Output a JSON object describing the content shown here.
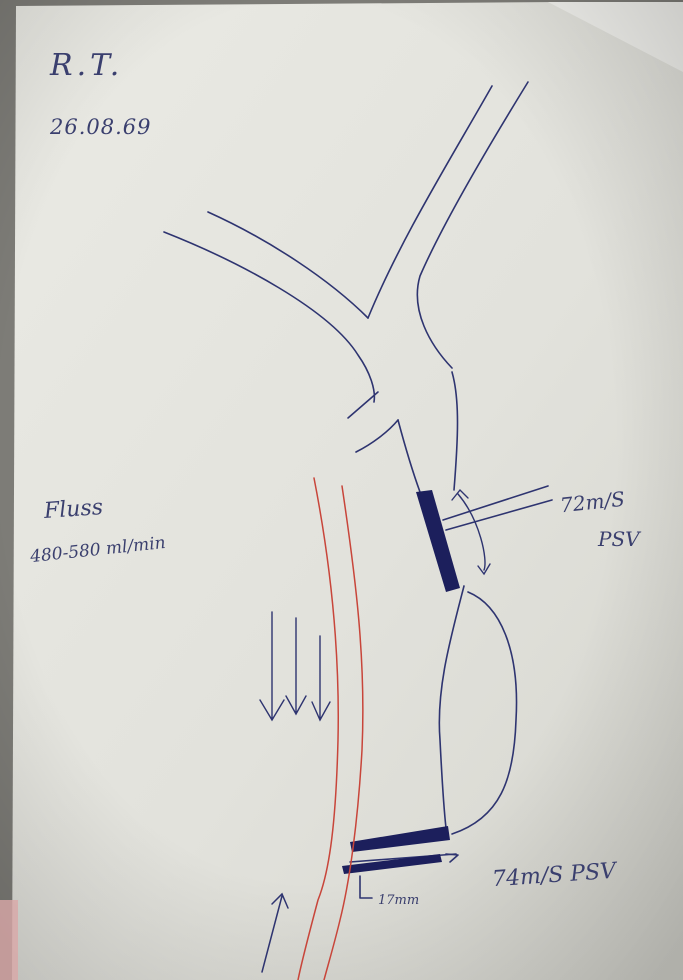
{
  "photo": {
    "subject": "handwritten sketch on paper",
    "colors": {
      "paper": "#e4e4de",
      "ink_blue": "#2e3470",
      "ink_dark": "#1c1f5c",
      "ink_red": "#c8453a",
      "shadow": "#7d7c77"
    }
  },
  "notes": {
    "initials": "R.T.",
    "date": "26.08.69",
    "flow_label": "Fluss",
    "flow_value": "480-580 ml/min",
    "psv_top_value": "72m/S",
    "psv_top_unit": "PSV",
    "psv_bottom": "74m/S PSV",
    "length": "17mm"
  }
}
